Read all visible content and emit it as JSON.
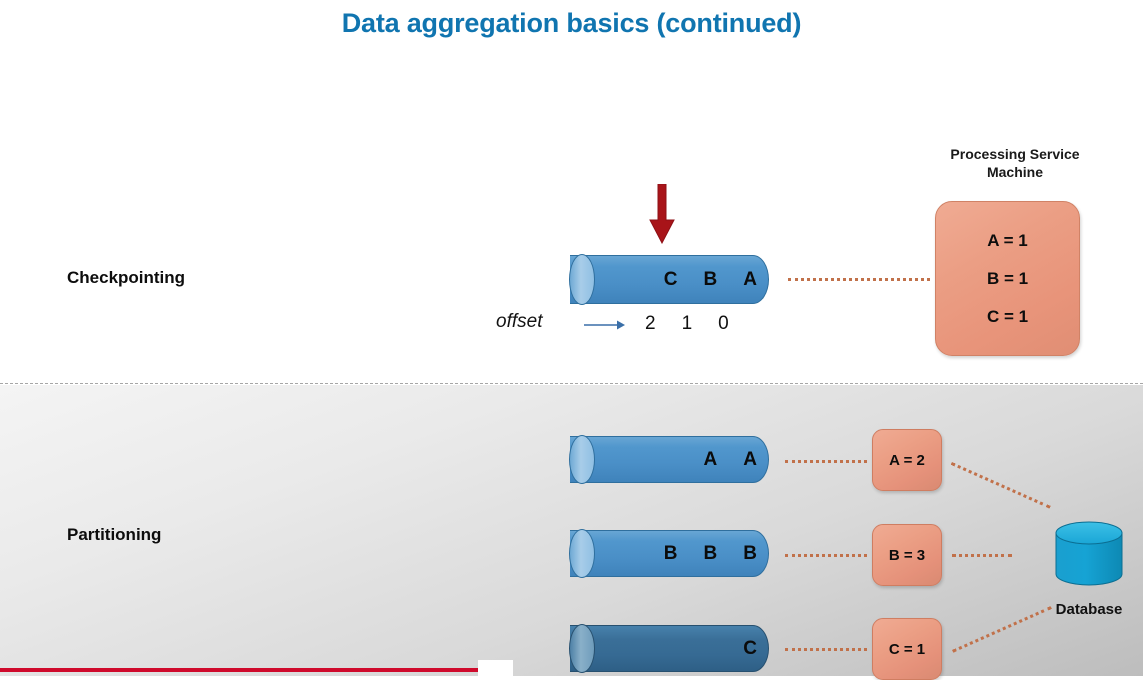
{
  "slide": {
    "title": "Data aggregation basics (continued)",
    "title_color": "#1075b0"
  },
  "sections": {
    "checkpointing": {
      "label": "Checkpointing",
      "queue": {
        "letters": [
          "C",
          "B",
          "A"
        ],
        "color": "#4a8fc7"
      },
      "offset": {
        "label": "offset",
        "values": [
          "2",
          "1",
          "0"
        ]
      },
      "arrow": {
        "name": "red-down-arrow",
        "color": "#a81419"
      },
      "processing_service": {
        "title_line1": "Processing Service",
        "title_line2": "Machine",
        "box_color": "#e8947a",
        "lines": [
          "A = 1",
          "B = 1",
          "C = 1"
        ]
      }
    },
    "partitioning": {
      "label": "Partitioning",
      "rows": [
        {
          "letters": [
            "A",
            "A"
          ],
          "count": "A = 2",
          "queue_color": "#4a8fc7"
        },
        {
          "letters": [
            "B",
            "B",
            "B"
          ],
          "count": "B = 3",
          "queue_color": "#4a8fc7"
        },
        {
          "letters": [
            "C"
          ],
          "count": "C = 1",
          "queue_color": "#366a93"
        }
      ],
      "database": {
        "label": "Database",
        "color": "#15a0cd"
      }
    }
  },
  "decor": {
    "connector_color": "#c1714a",
    "divider_color": "#a6a6a6",
    "bottom_bar_color": "#cf0a2c"
  }
}
